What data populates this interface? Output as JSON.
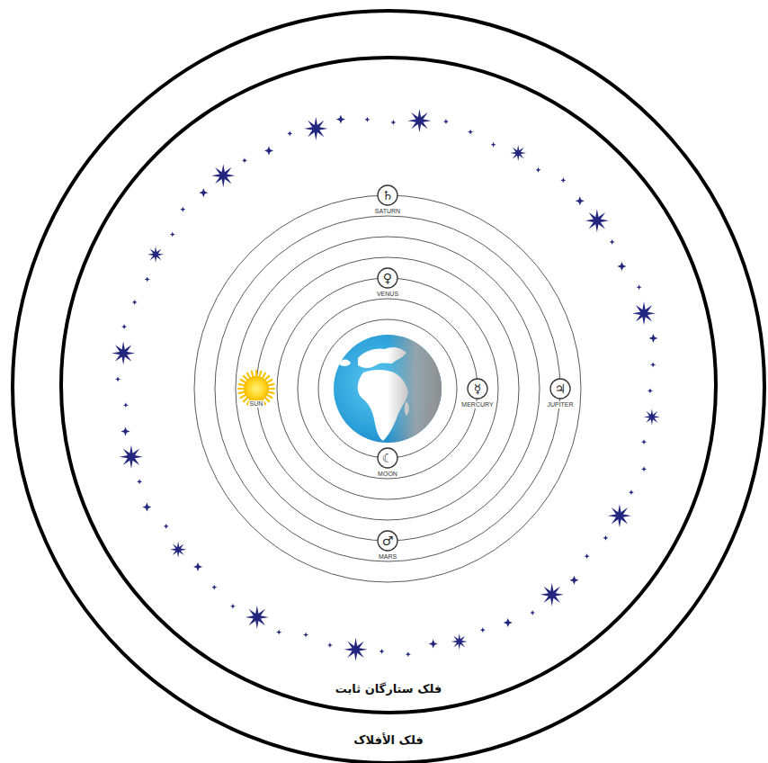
{
  "diagram": {
    "nodes": [
      {
        "text": [
          "♄",
          "SATURN"
        ]
      },
      {
        "text": [
          "♀",
          "VENUS"
        ]
      },
      {
        "text": [
          "SUN"
        ]
      },
      {
        "text": [
          "☿",
          "MERCURY"
        ]
      },
      {
        "text": [
          "♃",
          "JUPITER"
        ]
      },
      {
        "text": [
          "☾",
          "MOON"
        ]
      },
      {
        "text": [
          "♂",
          "MARS"
        ]
      }
    ],
    "labels": [
      "فلک ستارگان ثابت",
      "فلک الأفلاک"
    ]
  }
}
